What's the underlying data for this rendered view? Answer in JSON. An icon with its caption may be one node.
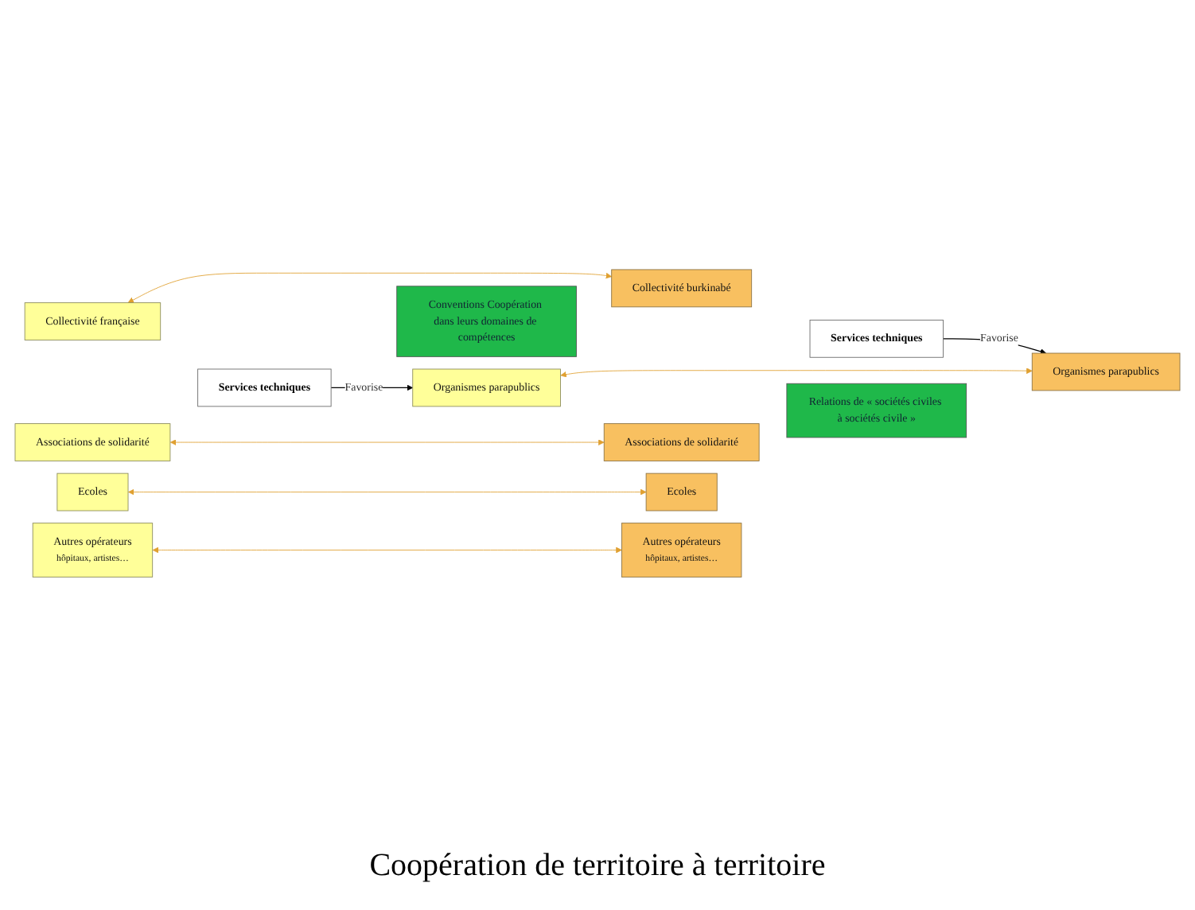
{
  "diagram": {
    "caption": "Coopération de territoire à territoire",
    "nodes": [
      {
        "text": [
          "Collectivité française"
        ]
      },
      {
        "text": [
          "Services techniques"
        ]
      },
      {
        "text": [
          "Conventions Coopération dans leurs domaines de compétences"
        ]
      },
      {
        "text": [
          "Collectivité burkinabé"
        ]
      },
      {
        "text": [
          "Services techniques"
        ]
      },
      {
        "text": [
          "Organismes parapublics"
        ]
      },
      {
        "text": [
          "Relations de « sociétés civiles à sociétés civile »"
        ]
      },
      {
        "text": [
          "Organismes parapublics"
        ]
      },
      {
        "text": [
          "Associations de solidarité"
        ]
      },
      {
        "text": [
          "Associations de solidarité"
        ]
      },
      {
        "text": [
          "Ecoles"
        ]
      },
      {
        "text": [
          "Ecoles"
        ]
      },
      {
        "text": [
          "Autres opérateurs",
          "hôpitaux, artistes…"
        ]
      },
      {
        "text": [
          "Autres opérateurs",
          "hôpitaux, artistes…"
        ]
      }
    ],
    "edges": [
      {
        "from": 0,
        "to": 3,
        "arrow": "both"
      },
      {
        "from": 1,
        "to": 5,
        "arrow": "to",
        "label": "Favorise",
        "color": "#000000"
      },
      {
        "from": 4,
        "to": 7,
        "arrow": "to",
        "label": "Favorise",
        "color": "#000000"
      },
      {
        "from": 5,
        "to": 7,
        "arrow": "both"
      },
      {
        "from": 8,
        "to": 9,
        "arrow": "both"
      },
      {
        "from": 10,
        "to": 11,
        "arrow": "both"
      },
      {
        "from": 12,
        "to": 13,
        "arrow": "both"
      }
    ]
  }
}
